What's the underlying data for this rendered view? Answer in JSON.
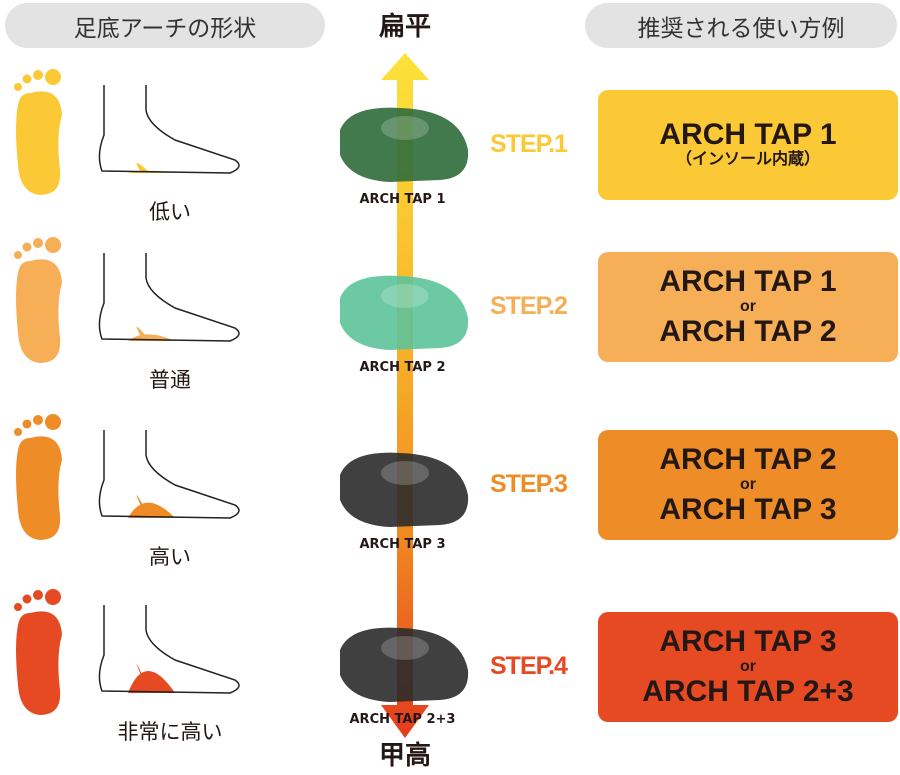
{
  "headers": {
    "left": "足底アーチの形状",
    "right": "推奨される使い方例"
  },
  "axis": {
    "top": "扁平",
    "bottom": "甲高"
  },
  "rows": [
    {
      "shape": "低い",
      "insole": "ARCH TAP 1",
      "step": "STEP.1",
      "rec": [
        "ARCH TAP 1",
        "（インソール内蔵）"
      ],
      "color": "#fbc935",
      "insole_color": "#2f6b3a"
    },
    {
      "shape": "普通",
      "insole": "ARCH TAP 2",
      "step": "STEP.2",
      "rec": [
        "ARCH TAP 1",
        "or",
        "ARCH TAP 2"
      ],
      "color": "#f6ae57",
      "insole_color": "#5cc39a"
    },
    {
      "shape": "高い",
      "insole": "ARCH TAP 3",
      "step": "STEP.3",
      "rec": [
        "ARCH TAP 2",
        "or",
        "ARCH TAP 3"
      ],
      "color": "#ee8c28",
      "insole_color": "#2b2b2b"
    },
    {
      "shape": "非常に高い",
      "insole": "ARCH TAP 2+3",
      "step": "STEP.4",
      "rec": [
        "ARCH TAP 3",
        "or",
        "ARCH TAP 2+3"
      ],
      "color": "#e64a22",
      "insole_color": "#2b2b2b"
    }
  ]
}
